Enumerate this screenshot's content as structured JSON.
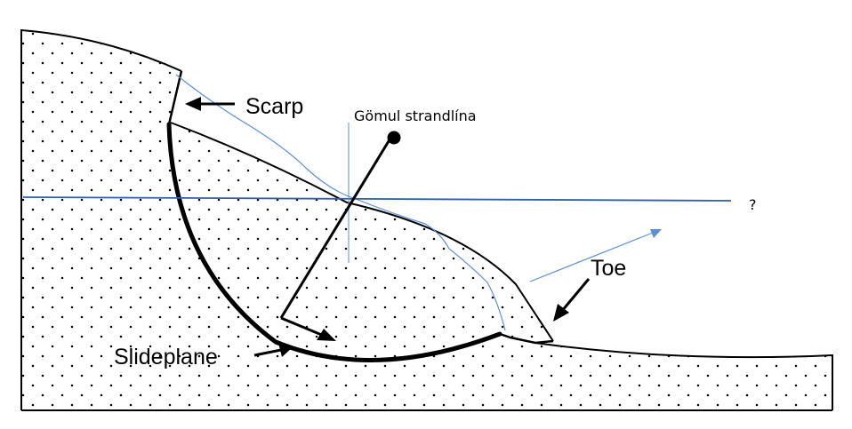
{
  "labels": {
    "scarp": "Scarp",
    "buried_shoreline": "Gömul strandlína",
    "question_mark": "?",
    "toe": "Toe",
    "slideplane": "Slideplane"
  },
  "colors": {
    "ink": "#000000",
    "blue_line": "#2f5fae",
    "light_blue": "#5b8fd6",
    "background": "#ffffff"
  }
}
